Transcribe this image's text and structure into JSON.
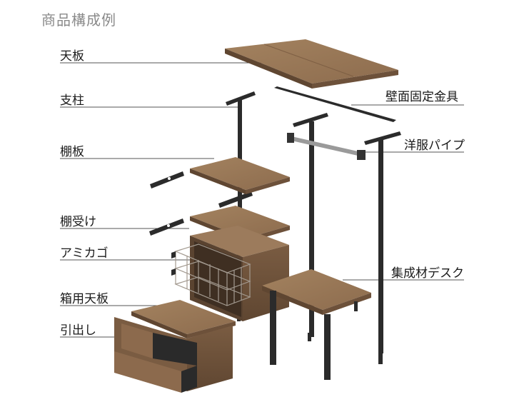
{
  "title": "商品構成例",
  "labels": {
    "tenban": "天板",
    "shichu": "支柱",
    "tanaita": "棚板",
    "tanauke": "棚受け",
    "amikago": "アミカゴ",
    "hakoyou_tenban": "箱用天板",
    "hikidashi": "引出し",
    "hekimen_kanagu": "壁面固定金具",
    "youfuku_pipe": "洋服パイプ",
    "shuuseizai_desk": "集成材デスク"
  },
  "colors": {
    "wood": "#8a6a4f",
    "wood_top": "#9c7b5c",
    "wood_dark": "#6b5039",
    "metal": "#2b2b2b",
    "wire": "#b0a89e",
    "leader_line": "#555555"
  }
}
